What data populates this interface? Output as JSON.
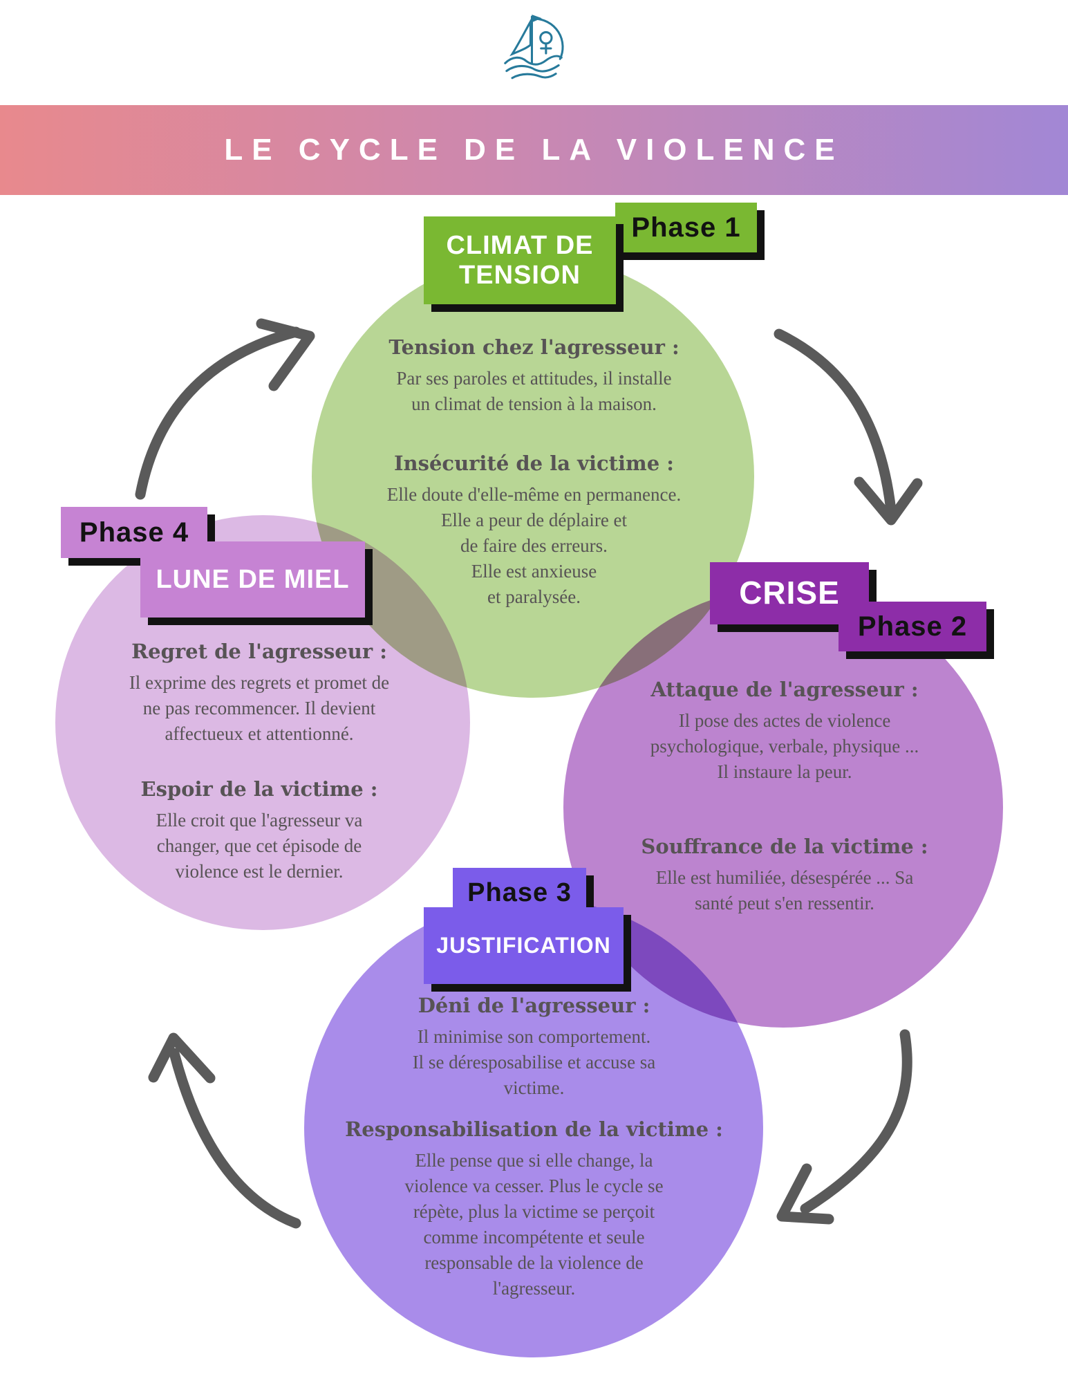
{
  "header": {
    "logo": "sailboat-with-female-symbol",
    "title": "LE CYCLE DE LA VIOLENCE"
  },
  "colors": {
    "banner_gradient_left": "#e8898d",
    "banner_gradient_right": "#a287d5",
    "logo_teal": "#277a9b",
    "arrow_gray": "#5a5a5a",
    "body_text_gray": "#575355",
    "phase1_tag": "#7ab832",
    "phase1_circle": "#b8d695",
    "phase2_tag": "#8d2da8",
    "phase2_circle": "#bc84cf",
    "phase3_tag": "#7b5cea",
    "phase3_circle": "#a98cea",
    "phase4_tag": "#c683d3",
    "phase4_circle": "#dcb9e4"
  },
  "phases": [
    {
      "phase_label": "Phase 1",
      "name": "CLIMAT DE\nTENSION",
      "sections": [
        {
          "heading": "Tension chez l'agresseur :",
          "body": "Par ses paroles et attitudes, il installe\nun climat de tension à la maison."
        },
        {
          "heading": "Insécurité de la victime :",
          "body": "Elle doute d'elle-même en permanence.\nElle a peur de déplaire et\nde faire des erreurs.\nElle est anxieuse\net paralysée."
        }
      ]
    },
    {
      "phase_label": "Phase 2",
      "name": "CRISE",
      "sections": [
        {
          "heading": "Attaque de l'agresseur :",
          "body": "Il pose des actes de violence\npsychologique, verbale, physique ...\nIl instaure la peur."
        },
        {
          "heading": "Souffrance de la victime :",
          "body": "Elle est humiliée, désespérée ... Sa\nsanté peut s'en ressentir."
        }
      ]
    },
    {
      "phase_label": "Phase 3",
      "name": "JUSTIFICATION",
      "sections": [
        {
          "heading": "Déni de l'agresseur :",
          "body": "Il minimise son comportement.\nIl se déresposabilise et accuse sa\nvictime."
        },
        {
          "heading": "Responsabilisation de la victime :",
          "body": "Elle pense que si elle change, la\nviolence va cesser. Plus le cycle se\nrépète, plus la victime se perçoit\ncomme incompétente et seule\nresponsable de la violence de\nl'agresseur."
        }
      ]
    },
    {
      "phase_label": "Phase 4",
      "name": "LUNE DE MIEL",
      "sections": [
        {
          "heading": "Regret de l'agresseur :",
          "body": "Il exprime des regrets et promet de\nne pas recommencer. Il devient\naffectueux et attentionné."
        },
        {
          "heading": "Espoir de la victime :",
          "body": "Elle croit que l'agresseur va\nchanger, que cet épisode de\nviolence est le dernier."
        }
      ]
    }
  ]
}
